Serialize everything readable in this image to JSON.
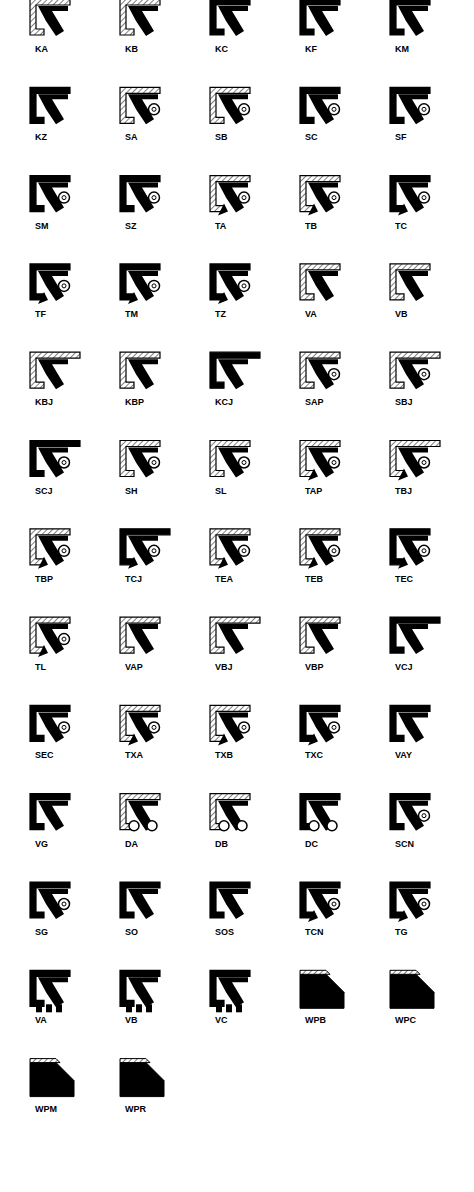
{
  "diagram": {
    "labels": [
      "KA",
      "KB",
      "KC",
      "KF",
      "KM",
      "KZ",
      "SA",
      "SB",
      "SC",
      "SF",
      "SM",
      "SZ",
      "TA",
      "TB",
      "TC",
      "TF",
      "TM",
      "TZ",
      "VA",
      "VB",
      "KBJ",
      "KBP",
      "KCJ",
      "SAP",
      "SBJ",
      "SCJ",
      "SH",
      "SL",
      "TAP",
      "TBJ",
      "TBP",
      "TCJ",
      "TEA",
      "TEB",
      "TEC",
      "TL",
      "VAP",
      "VBJ",
      "VBP",
      "VCJ",
      "SEC",
      "TXA",
      "TXB",
      "TXC",
      "VAY",
      "VG",
      "DA",
      "DB",
      "DC",
      "SCN",
      "SG",
      "SO",
      "SOS",
      "TCN",
      "TG",
      "VA",
      "VB",
      "VC",
      "WPB",
      "WPC",
      "WPM",
      "WPR"
    ]
  }
}
